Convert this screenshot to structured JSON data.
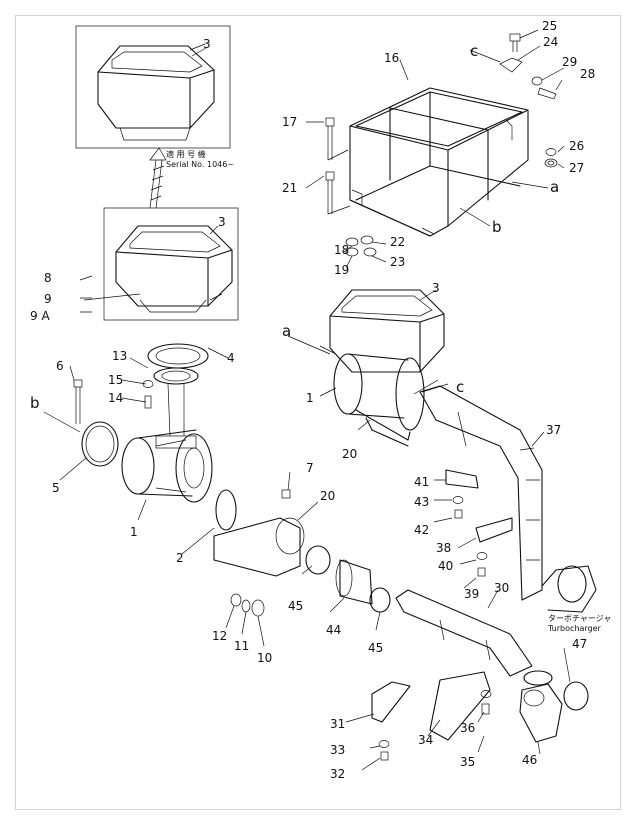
{
  "inset": {
    "top_note_jp": "適 用 号 機",
    "top_note_serial": "Serial No. 1046~"
  },
  "turbocharger": {
    "jp": "ターボチャージャ",
    "en": "Turbocharger"
  },
  "part_numbers": [
    "1",
    "1",
    "2",
    "3",
    "3",
    "3",
    "4",
    "5",
    "6",
    "7",
    "8",
    "9",
    "9 A",
    "10",
    "11",
    "12",
    "13",
    "14",
    "15",
    "16",
    "17",
    "18",
    "19",
    "20",
    "20",
    "21",
    "22",
    "23",
    "24",
    "25",
    "26",
    "27",
    "28",
    "29",
    "30",
    "31",
    "32",
    "33",
    "34",
    "35",
    "36",
    "37",
    "38",
    "39",
    "40",
    "41",
    "42",
    "43",
    "44",
    "45",
    "45",
    "46",
    "47"
  ],
  "ref_letters": [
    "a",
    "a",
    "b",
    "b",
    "c",
    "c"
  ]
}
